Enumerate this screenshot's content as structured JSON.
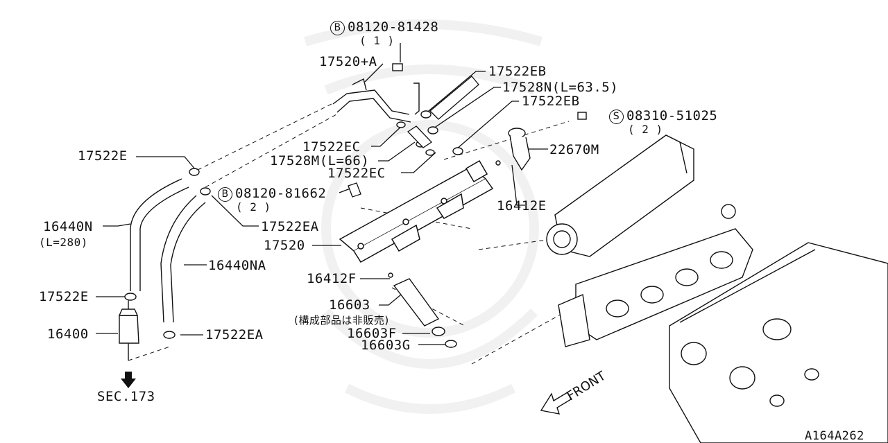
{
  "diagram_id": "A164A262",
  "front_label": "FRONT",
  "section_ref": "SEC.173",
  "callouts": {
    "bolt_b1_code": "08120-81428",
    "bolt_b1_qty": "( 1 )",
    "bolt_b1_marker": "B",
    "bolt_b2_code": "08120-81662",
    "bolt_b2_qty": "( 2 )",
    "bolt_b2_marker": "B",
    "screw_s_code": "08310-51025",
    "screw_s_qty": "( 2 )",
    "screw_s_marker": "S",
    "p17520a": "17520+A",
    "p17522eb_1": "17522EB",
    "p17528n": "17528N(L=63.5)",
    "p17522eb_2": "17522EB",
    "p22670m": "22670M",
    "p17522ec_1": "17522EC",
    "p17528m": "17528M(L=66)",
    "p17522ec_2": "17522EC",
    "p17522e_top": "17522E",
    "p16412e": "16412E",
    "p16440n": "16440N",
    "p16440n_len": "(L=280)",
    "p17522ea_top": "17522EA",
    "p17520": "17520",
    "p16440na": "16440NA",
    "p16412f": "16412F",
    "p17522e_bot": "17522E",
    "p16603": "16603",
    "p16603_note": "(構成部品は非販売)",
    "p16400": "16400",
    "p17522ea_bot": "17522EA",
    "p16603f": "16603F",
    "p16603g": "16603G"
  }
}
